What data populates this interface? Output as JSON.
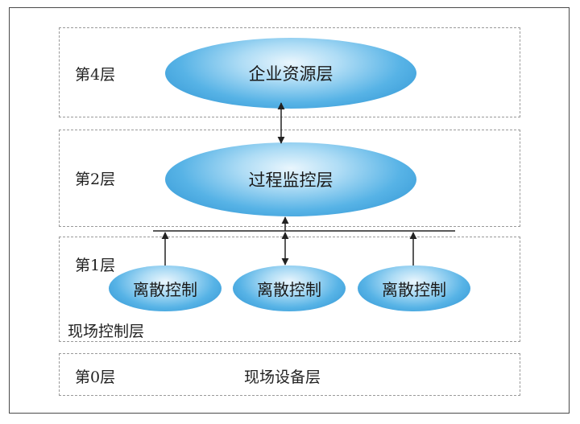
{
  "layers": [
    {
      "level_label": "第4层",
      "node": "企业资源层"
    },
    {
      "level_label": "第2层",
      "node": "过程监控层"
    },
    {
      "level_label": "第1层",
      "nodes": [
        "离散控制",
        "离散控制",
        "离散控制"
      ],
      "group_label": "现场控制层"
    },
    {
      "level_label": "第0层",
      "caption": "现场设备层"
    }
  ],
  "colors": {
    "node_fill": "#3ea4e0",
    "border": "#4a4a4a",
    "dashed": "#9a9a9a",
    "arrow": "#222222"
  }
}
